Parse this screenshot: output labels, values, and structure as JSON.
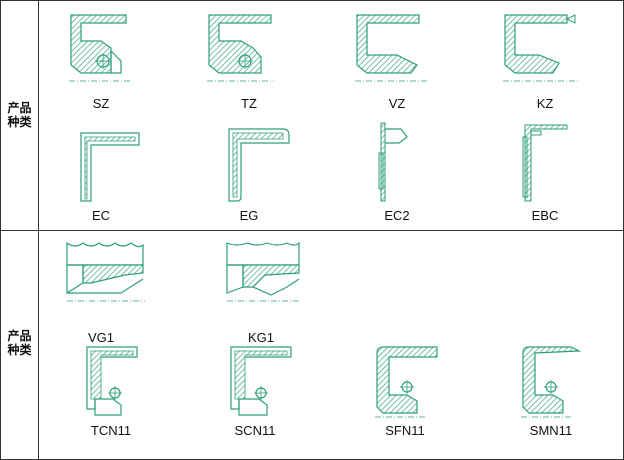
{
  "row_labels": [
    {
      "line1": "产品",
      "line2": "种类"
    },
    {
      "line1": "产品",
      "line2": "种类"
    }
  ],
  "products": {
    "r1": [
      "SZ",
      "TZ",
      "VZ",
      "KZ"
    ],
    "r2": [
      "EC",
      "EG",
      "EC2",
      "EBC"
    ],
    "r3": [
      "VG1",
      "KG1"
    ],
    "r4": [
      "TCN11",
      "SCN11",
      "SFN11",
      "SMN11"
    ]
  },
  "colors": {
    "stroke": "#2e9e7e",
    "hatch": "#2e9e7e",
    "border": "#333333"
  }
}
